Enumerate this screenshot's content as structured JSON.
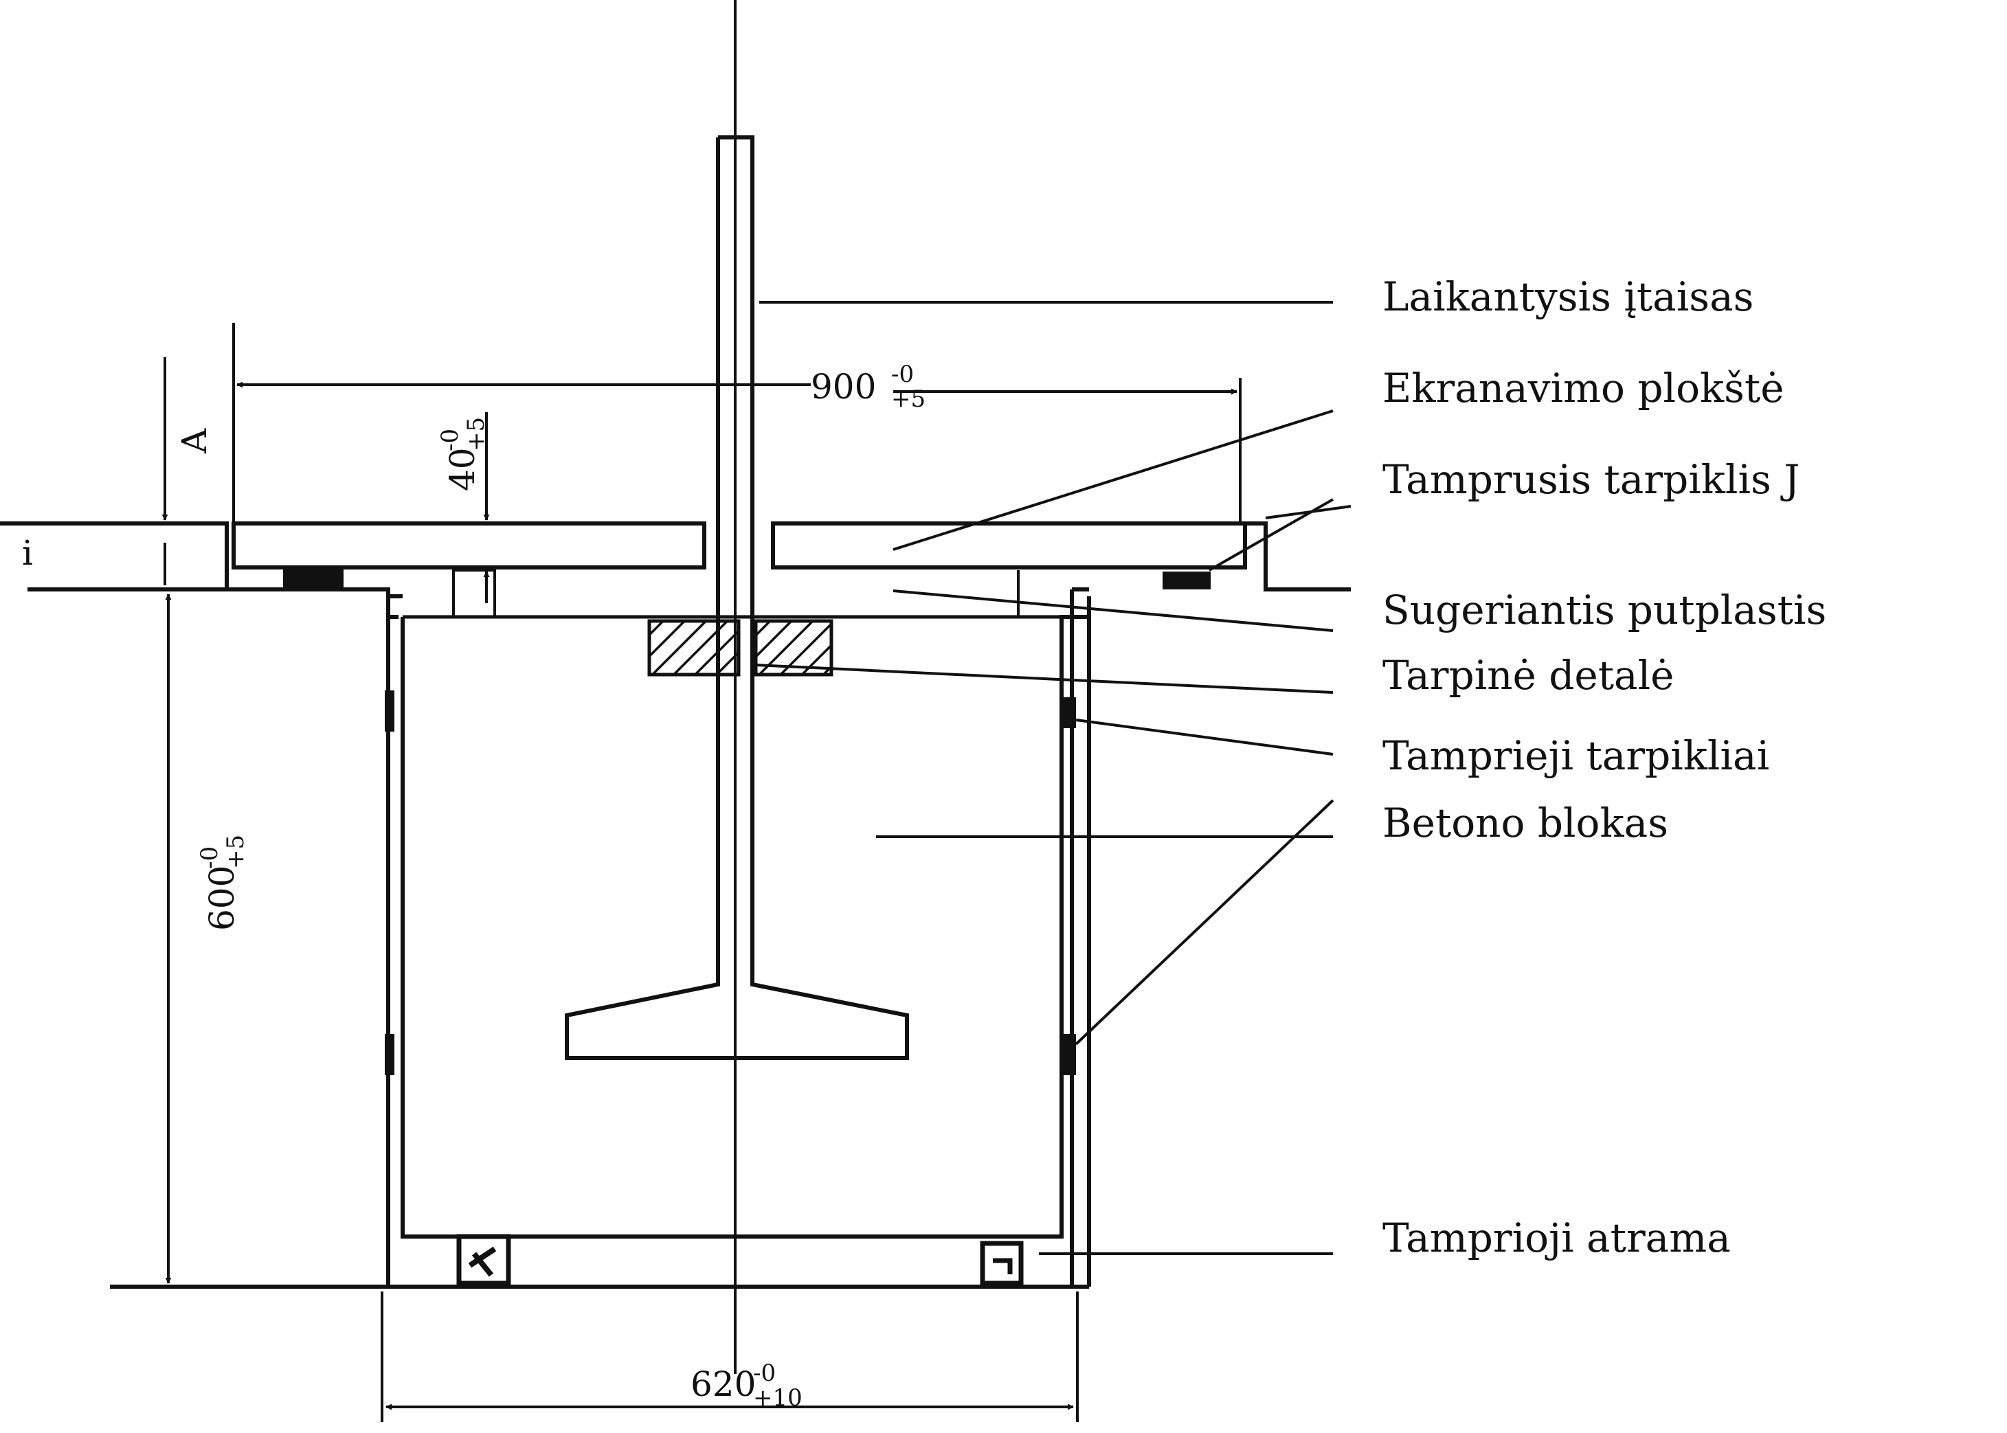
{
  "labels": {
    "laikantysis": "Laikantysis įtaisas",
    "ekranavimo": "Ekranavimo plokštė",
    "tamprusis": "Tamprusis tarpiklis J",
    "sugeriantis": "Sugeriantis putplastis",
    "tarpine": "Tarpinė detalė",
    "tamprieji": "Tamprieji tarpikliai",
    "betono": "Betono blokas",
    "tamprioji": "Tamprioji atrama"
  },
  "dimensions": {
    "width_top": {
      "value": "900",
      "sup": "-0",
      "sub": "+5"
    },
    "gap": {
      "value": "40",
      "sup": "-0",
      "sub": "+5"
    },
    "height": {
      "value": "600",
      "sup": "-0",
      "sub": "+5"
    },
    "width_bottom": {
      "value": "620",
      "sup": "-0",
      "sub": "+10"
    }
  },
  "markers": {
    "a": "A",
    "i": "i"
  }
}
